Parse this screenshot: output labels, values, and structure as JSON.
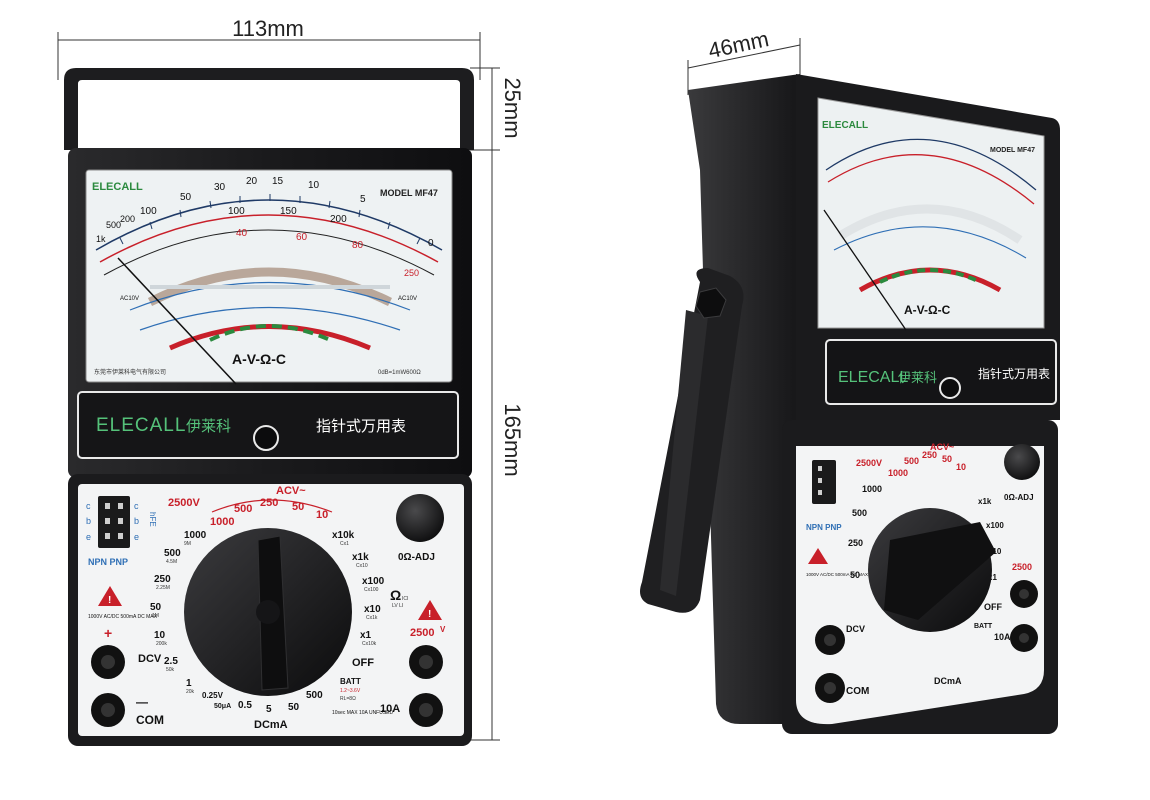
{
  "dimensions": {
    "width_label": "113mm",
    "handle_label": "25mm",
    "height_label": "165mm",
    "depth_label": "46mm"
  },
  "front_meter": {
    "brand": "ELECALL",
    "model": "MODEL  MF47",
    "logo_text": "ELECALL",
    "logo_cn": "伊莱科",
    "product_cn": "指针式万用表",
    "scale_label": "A-V-Ω-C",
    "scale_top_numbers": [
      "50",
      "30",
      "20",
      "15",
      "10",
      "5"
    ],
    "scale_mid_numbers": [
      "100",
      "150",
      "200",
      "40",
      "60",
      "80"
    ],
    "scale_left_numbers": [
      "500",
      "1k",
      "200",
      "100"
    ],
    "scale_right_numbers": [
      "0",
      "250"
    ],
    "ac_left": "AC10V",
    "ac_right": "AC10V",
    "maker_cn": "东莞市伊莱科电气有限公司",
    "db_label": "0dB=1mW600Ω",
    "acv_label": "ACV~",
    "left_v": "2500V",
    "acv_values": [
      "1000",
      "500",
      "250",
      "50",
      "10"
    ],
    "left_ranges": [
      "1000",
      "500",
      "250",
      "50",
      "10",
      "2.5",
      "1"
    ],
    "left_sub": [
      "9M",
      "4.5M",
      "2.25M",
      "1M",
      "200k",
      "50k",
      "20k"
    ],
    "ohm_ranges": [
      "x10k",
      "x1k",
      "x100",
      "x10",
      "x1"
    ],
    "ohm_sub": [
      "Cx1",
      "Cx10",
      "Cx100",
      "Cx1k",
      "Cx10k"
    ],
    "ohm_symbol": "Ω",
    "ohm_sub_icl": "ICI",
    "ohm_sub_lv": "LV LI",
    "dcma_ranges": [
      "0.25V",
      "50μA",
      "0.5",
      "5",
      "50",
      "500"
    ],
    "dcma_label": "DCmA",
    "dcv_label": "DCV",
    "off_label": "OFF",
    "batt_label": "BATT",
    "batt_sub": "1.2~3.6V",
    "batt_rl": "RL=8Ω",
    "zero_adj": "0Ω-ADJ",
    "npn_pnp": "NPN PNP",
    "hfe": "hFE",
    "transistor_pins": [
      "c",
      "b",
      "e",
      "c",
      "b",
      "e"
    ],
    "warn_text": "1000V AC/DC 500mA DC MAX",
    "plus": "+",
    "minus": "—",
    "com": "COM",
    "right_2500": "2500",
    "right_2500_v": "V",
    "ten_a": "10A",
    "unfused": "10sec MAX 10A UNFUSED"
  },
  "side_meter": {
    "brand": "ELECALL",
    "model": "MODEL  MF47",
    "logo_text": "ELECALL",
    "logo_cn": "伊莱科",
    "product_cn": "指针式万用表",
    "scale_label": "A-V-Ω-C",
    "acv_label": "ACV~",
    "left_v": "2500V",
    "acv_values": [
      "1000",
      "500",
      "250",
      "50",
      "10"
    ],
    "left_ranges": [
      "1000",
      "500",
      "250",
      "50"
    ],
    "ohm_ranges": [
      "x1k",
      "x100",
      "x10",
      "x1"
    ],
    "zero_adj": "0Ω-ADJ",
    "npn_pnp": "NPN PNP",
    "warn_text": "1000V AC/DC 500mA DC MAX",
    "dcv_label": "DCV",
    "off_label": "OFF",
    "batt_label": "BATT",
    "right_2500": "2500",
    "ten_a": "10A",
    "com": "COM",
    "dcma_label": "DCmA"
  },
  "colors": {
    "body": "#1c1c1e",
    "face": "#eef1f2",
    "red": "#c8202a",
    "green": "#2b8a3e",
    "blue": "#2f6fb5",
    "logo_green": "#55c27a"
  }
}
